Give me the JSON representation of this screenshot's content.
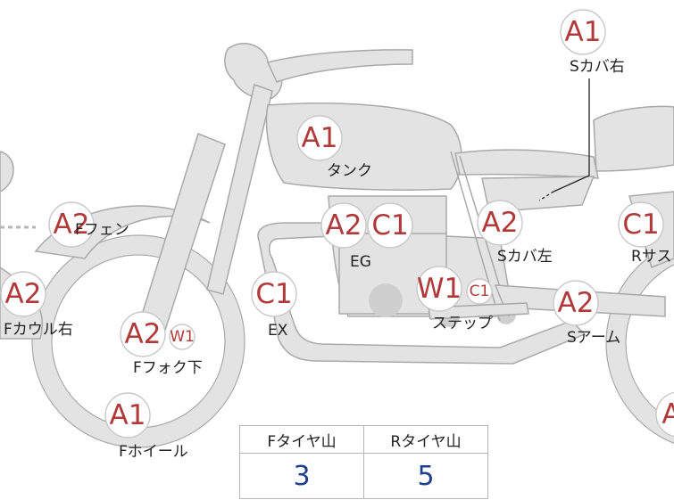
{
  "diagram": {
    "markers": [
      {
        "id": "s-cover-right-top",
        "grade": "A1",
        "label": "Sカバ右"
      },
      {
        "id": "tank",
        "grade": "A1",
        "label": "タンク"
      },
      {
        "id": "f-fender",
        "grade": "A2",
        "label": "Fフェン"
      },
      {
        "id": "engine-a2",
        "grade": "A2",
        "label": ""
      },
      {
        "id": "engine-c1",
        "grade": "C1",
        "label": "EG"
      },
      {
        "id": "s-cover-left",
        "grade": "A2",
        "label": "Sカバ左"
      },
      {
        "id": "r-sus",
        "grade": "C1",
        "label": "Rサス"
      },
      {
        "id": "f-cowl-right",
        "grade": "A2",
        "label": "Fカウル右"
      },
      {
        "id": "f-fork-a2",
        "grade": "A2",
        "label": ""
      },
      {
        "id": "f-fork-w1",
        "grade": "W1",
        "label": "Fフォク下"
      },
      {
        "id": "exhaust",
        "grade": "C1",
        "label": "EX"
      },
      {
        "id": "step-w1",
        "grade": "W1",
        "label": ""
      },
      {
        "id": "step-c1",
        "grade": "C1",
        "label": "ステップ"
      },
      {
        "id": "s-arm",
        "grade": "A2",
        "label": "Sアーム"
      },
      {
        "id": "f-wheel",
        "grade": "A1",
        "label": "Fホイール"
      },
      {
        "id": "r-wheel",
        "grade": "A",
        "label": ""
      }
    ],
    "tread_table": {
      "front_header": "Fタイヤ山",
      "rear_header": "Rタイヤ山",
      "front_value": "3",
      "rear_value": "5"
    },
    "colors": {
      "body_fill": "#e3e3e3",
      "outline": "#a9a9a9",
      "grade_text": "#b03a3a",
      "tread_value": "#1f3f8f"
    }
  }
}
